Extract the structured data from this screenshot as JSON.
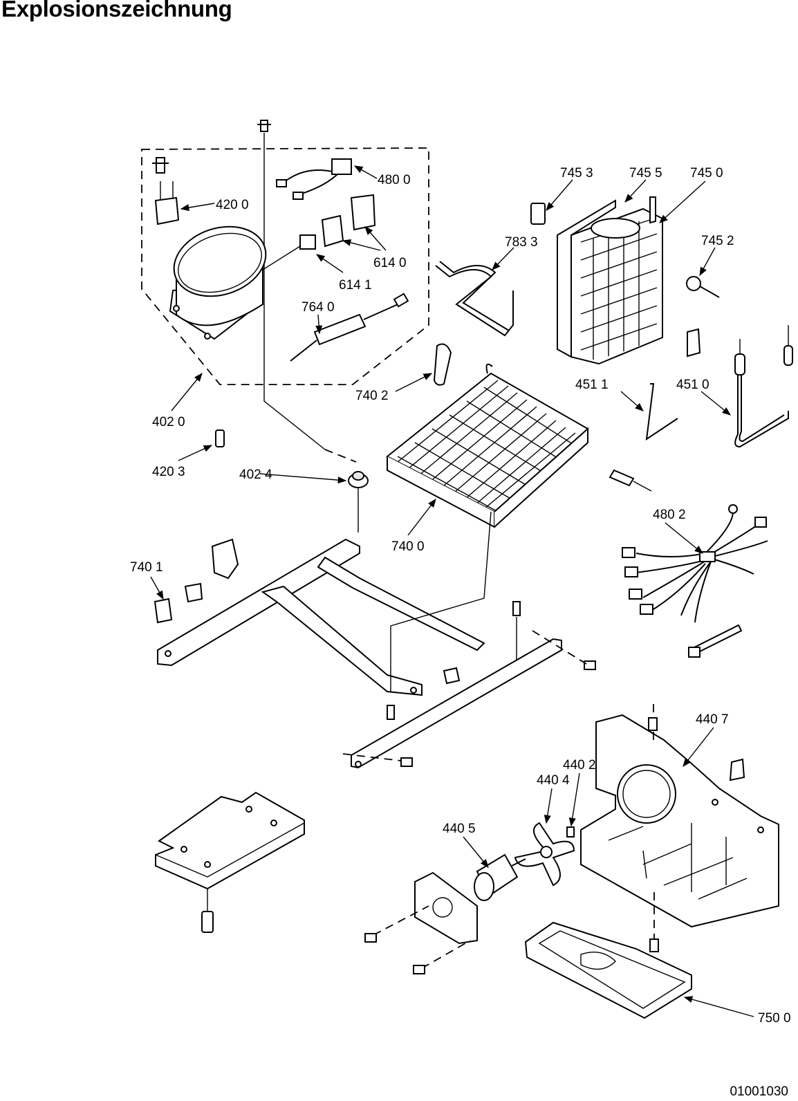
{
  "page": {
    "title": "Explosionszeichnung",
    "doc_number": "01001030"
  },
  "labels": [
    {
      "id": "l4800",
      "text": "480 0"
    },
    {
      "id": "l4200",
      "text": "420 0"
    },
    {
      "id": "l6140",
      "text": "614 0"
    },
    {
      "id": "l6141",
      "text": "614 1"
    },
    {
      "id": "l7640",
      "text": "764 0"
    },
    {
      "id": "l4020",
      "text": "402 0"
    },
    {
      "id": "l4203",
      "text": "420 3"
    },
    {
      "id": "l4024",
      "text": "402 4"
    },
    {
      "id": "l7402",
      "text": "740 2"
    },
    {
      "id": "l7833",
      "text": "783 3"
    },
    {
      "id": "l7453",
      "text": "745 3"
    },
    {
      "id": "l7455",
      "text": "745 5"
    },
    {
      "id": "l7450",
      "text": "745 0"
    },
    {
      "id": "l7452",
      "text": "745 2"
    },
    {
      "id": "l4511",
      "text": "451 1"
    },
    {
      "id": "l4510",
      "text": "451 0"
    },
    {
      "id": "l7400",
      "text": "740 0"
    },
    {
      "id": "l7401",
      "text": "740 1"
    },
    {
      "id": "l4802",
      "text": "480 2"
    },
    {
      "id": "l4407",
      "text": "440 7"
    },
    {
      "id": "l4402",
      "text": "440 2"
    },
    {
      "id": "l4404",
      "text": "440 4"
    },
    {
      "id": "l4405",
      "text": "440 5"
    },
    {
      "id": "l7500",
      "text": "750 0"
    }
  ]
}
